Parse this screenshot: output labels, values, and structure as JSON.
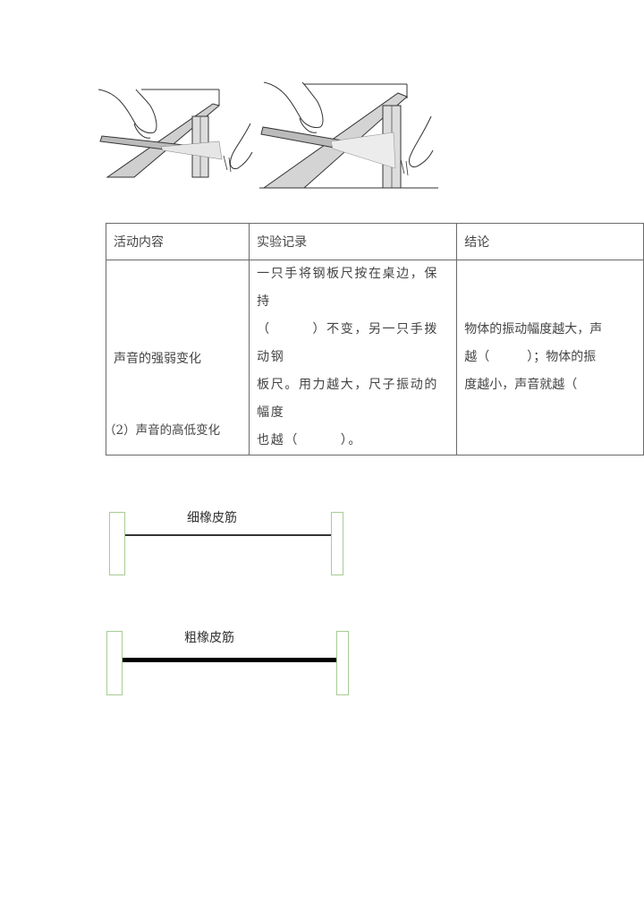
{
  "figures": [
    {
      "name": "ruler-experiment-small-amplitude",
      "description": "hand pressing steel ruler on table edge, other hand plucking it"
    },
    {
      "name": "ruler-experiment-large-amplitude",
      "description": "hand pressing steel ruler on table edge, ruler vibrating with larger amplitude"
    }
  ],
  "table": {
    "headers": [
      "活动内容",
      "实验记录",
      "结论"
    ],
    "rows": [
      {
        "activity": "声音的强弱变化",
        "record_lines": [
          "一只手将钢板尺按在桌边，保持",
          "（　　　）不变，另一只手拨动钢",
          "板尺。用力越大，尺子振动的幅度",
          "也越（　　　）。"
        ],
        "conclusion_lines": [
          "物体的振动幅度越大，声",
          "越（　　　）；物体的振",
          "度越小，声音就越（"
        ]
      }
    ]
  },
  "section": {
    "heading": "（2）声音的高低变化"
  },
  "diagrams": [
    {
      "label": "细橡皮筋",
      "band": "thin"
    },
    {
      "label": "粗橡皮筋",
      "band": "thick"
    }
  ],
  "colors": {
    "post_border": "#a8cc94",
    "band": "#333333",
    "table_border": "#6a6a6a"
  }
}
